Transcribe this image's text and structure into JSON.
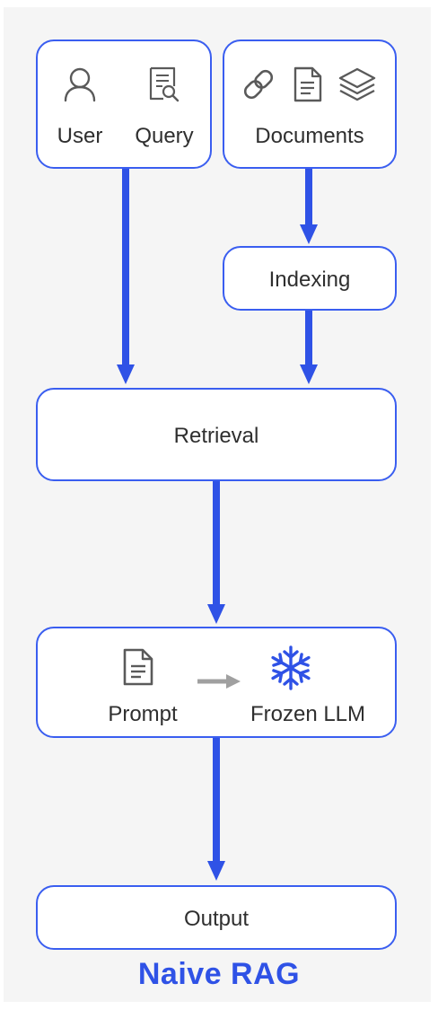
{
  "diagram": {
    "title": "Naive RAG",
    "nodes": {
      "user_query": {
        "user_label": "User",
        "query_label": "Query"
      },
      "documents": {
        "label": "Documents"
      },
      "indexing": {
        "label": "Indexing"
      },
      "retrieval": {
        "label": "Retrieval"
      },
      "generation": {
        "prompt_label": "Prompt",
        "llm_label": "Frozen LLM"
      },
      "output": {
        "label": "Output"
      }
    },
    "edges": [
      {
        "from": "user_query",
        "to": "retrieval"
      },
      {
        "from": "documents",
        "to": "indexing"
      },
      {
        "from": "indexing",
        "to": "retrieval"
      },
      {
        "from": "retrieval",
        "to": "generation"
      },
      {
        "from": "generation",
        "to": "output"
      }
    ],
    "colors": {
      "accent": "#2f52e6",
      "border": "#3a5ef0",
      "icon": "#5a5a5a",
      "snowflake": "#2f52e6",
      "inner_arrow": "#a0a0a0",
      "background": "#f5f5f5"
    }
  }
}
